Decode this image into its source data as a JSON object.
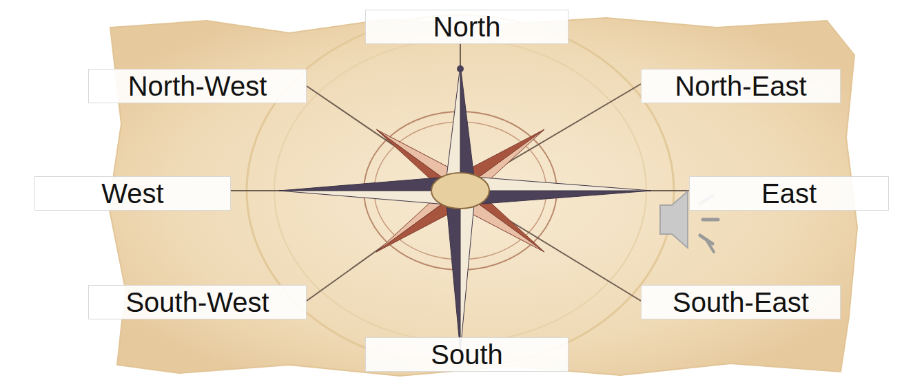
{
  "diagram": {
    "nodes": [
      {
        "text": [
          "North"
        ]
      },
      {
        "text": [
          "North-West"
        ]
      },
      {
        "text": [
          "North-East"
        ]
      },
      {
        "text": [
          "West"
        ]
      },
      {
        "text": [
          "East"
        ]
      },
      {
        "text": [
          "South-West"
        ]
      },
      {
        "text": [
          "South-East"
        ]
      },
      {
        "text": [
          "South"
        ]
      }
    ]
  }
}
